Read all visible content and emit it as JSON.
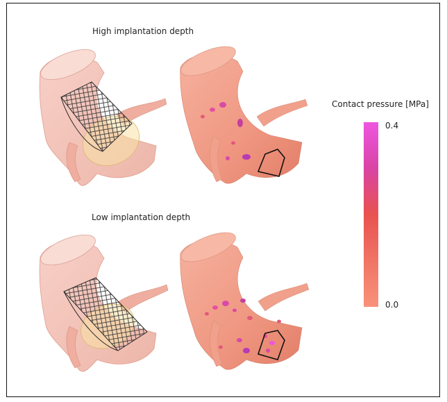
{
  "panels": {
    "high": {
      "title": "High implantation depth"
    },
    "low": {
      "title": "Low implantation depth"
    }
  },
  "colorbar": {
    "title": "Contact pressure [MPa]",
    "max_label": "0.4",
    "min_label": "0.0",
    "colors": [
      "#f9927a",
      "#f07466",
      "#e9524f",
      "#d944a5",
      "#ee55e0"
    ]
  }
}
